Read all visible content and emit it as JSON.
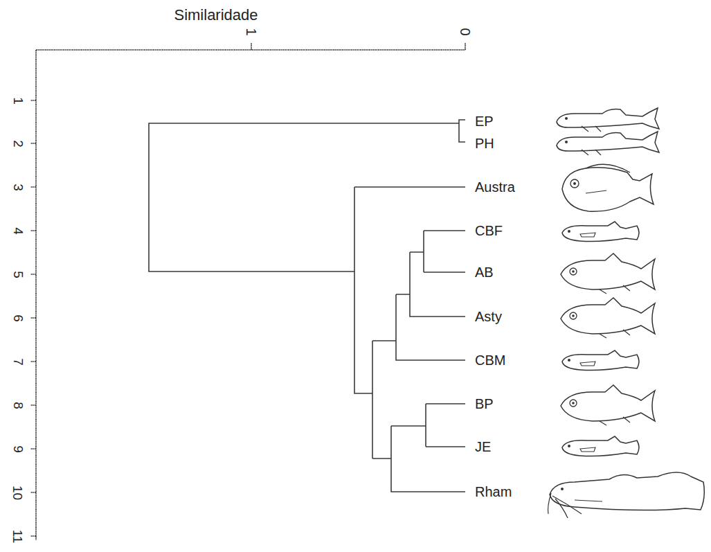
{
  "diagram": {
    "labels": [
      "Similaridade",
      "1",
      "0",
      "1",
      "2",
      "3",
      "4",
      "5",
      "6",
      "7",
      "8",
      "9",
      "10",
      "11",
      "EP",
      "PH",
      "Austra",
      "CBF",
      "AB",
      "Asty",
      "CBM",
      "BP",
      "JE",
      "Rham"
    ]
  }
}
